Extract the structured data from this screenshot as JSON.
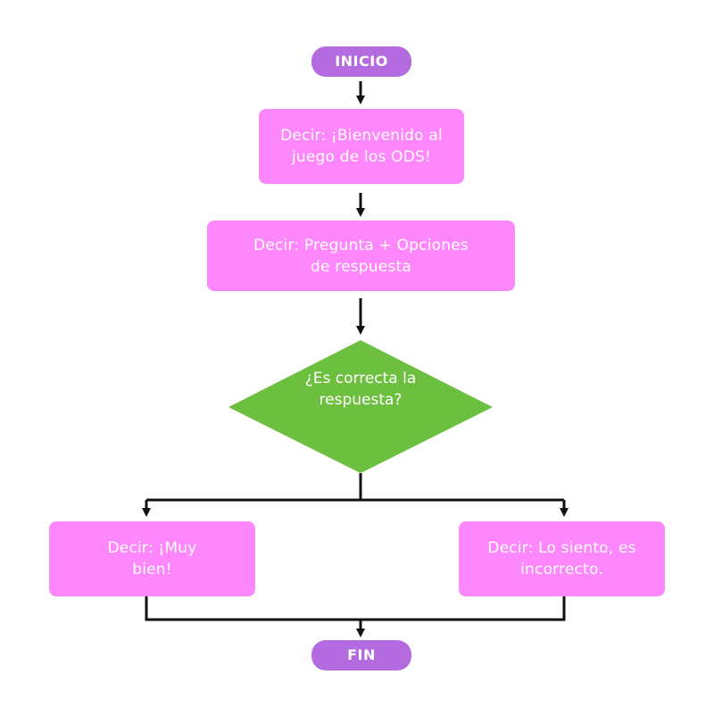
{
  "flowchart": {
    "start_label": "INICIO",
    "welcome_label": "Decir: ¡Bienvenido al juego de los ODS!",
    "question_label": "Decir: Pregunta + Opciones de respuesta",
    "decision_label": "¿Es correcta la respuesta?",
    "correct_label": "Decir: ¡Muy bien!",
    "incorrect_label": "Decir: Lo siento, es incorrecto.",
    "end_label": "FIN"
  },
  "colors": {
    "terminal": "#b46be0",
    "process": "#fe87fe",
    "decision": "#6dbf3f",
    "connector": "#111111"
  }
}
